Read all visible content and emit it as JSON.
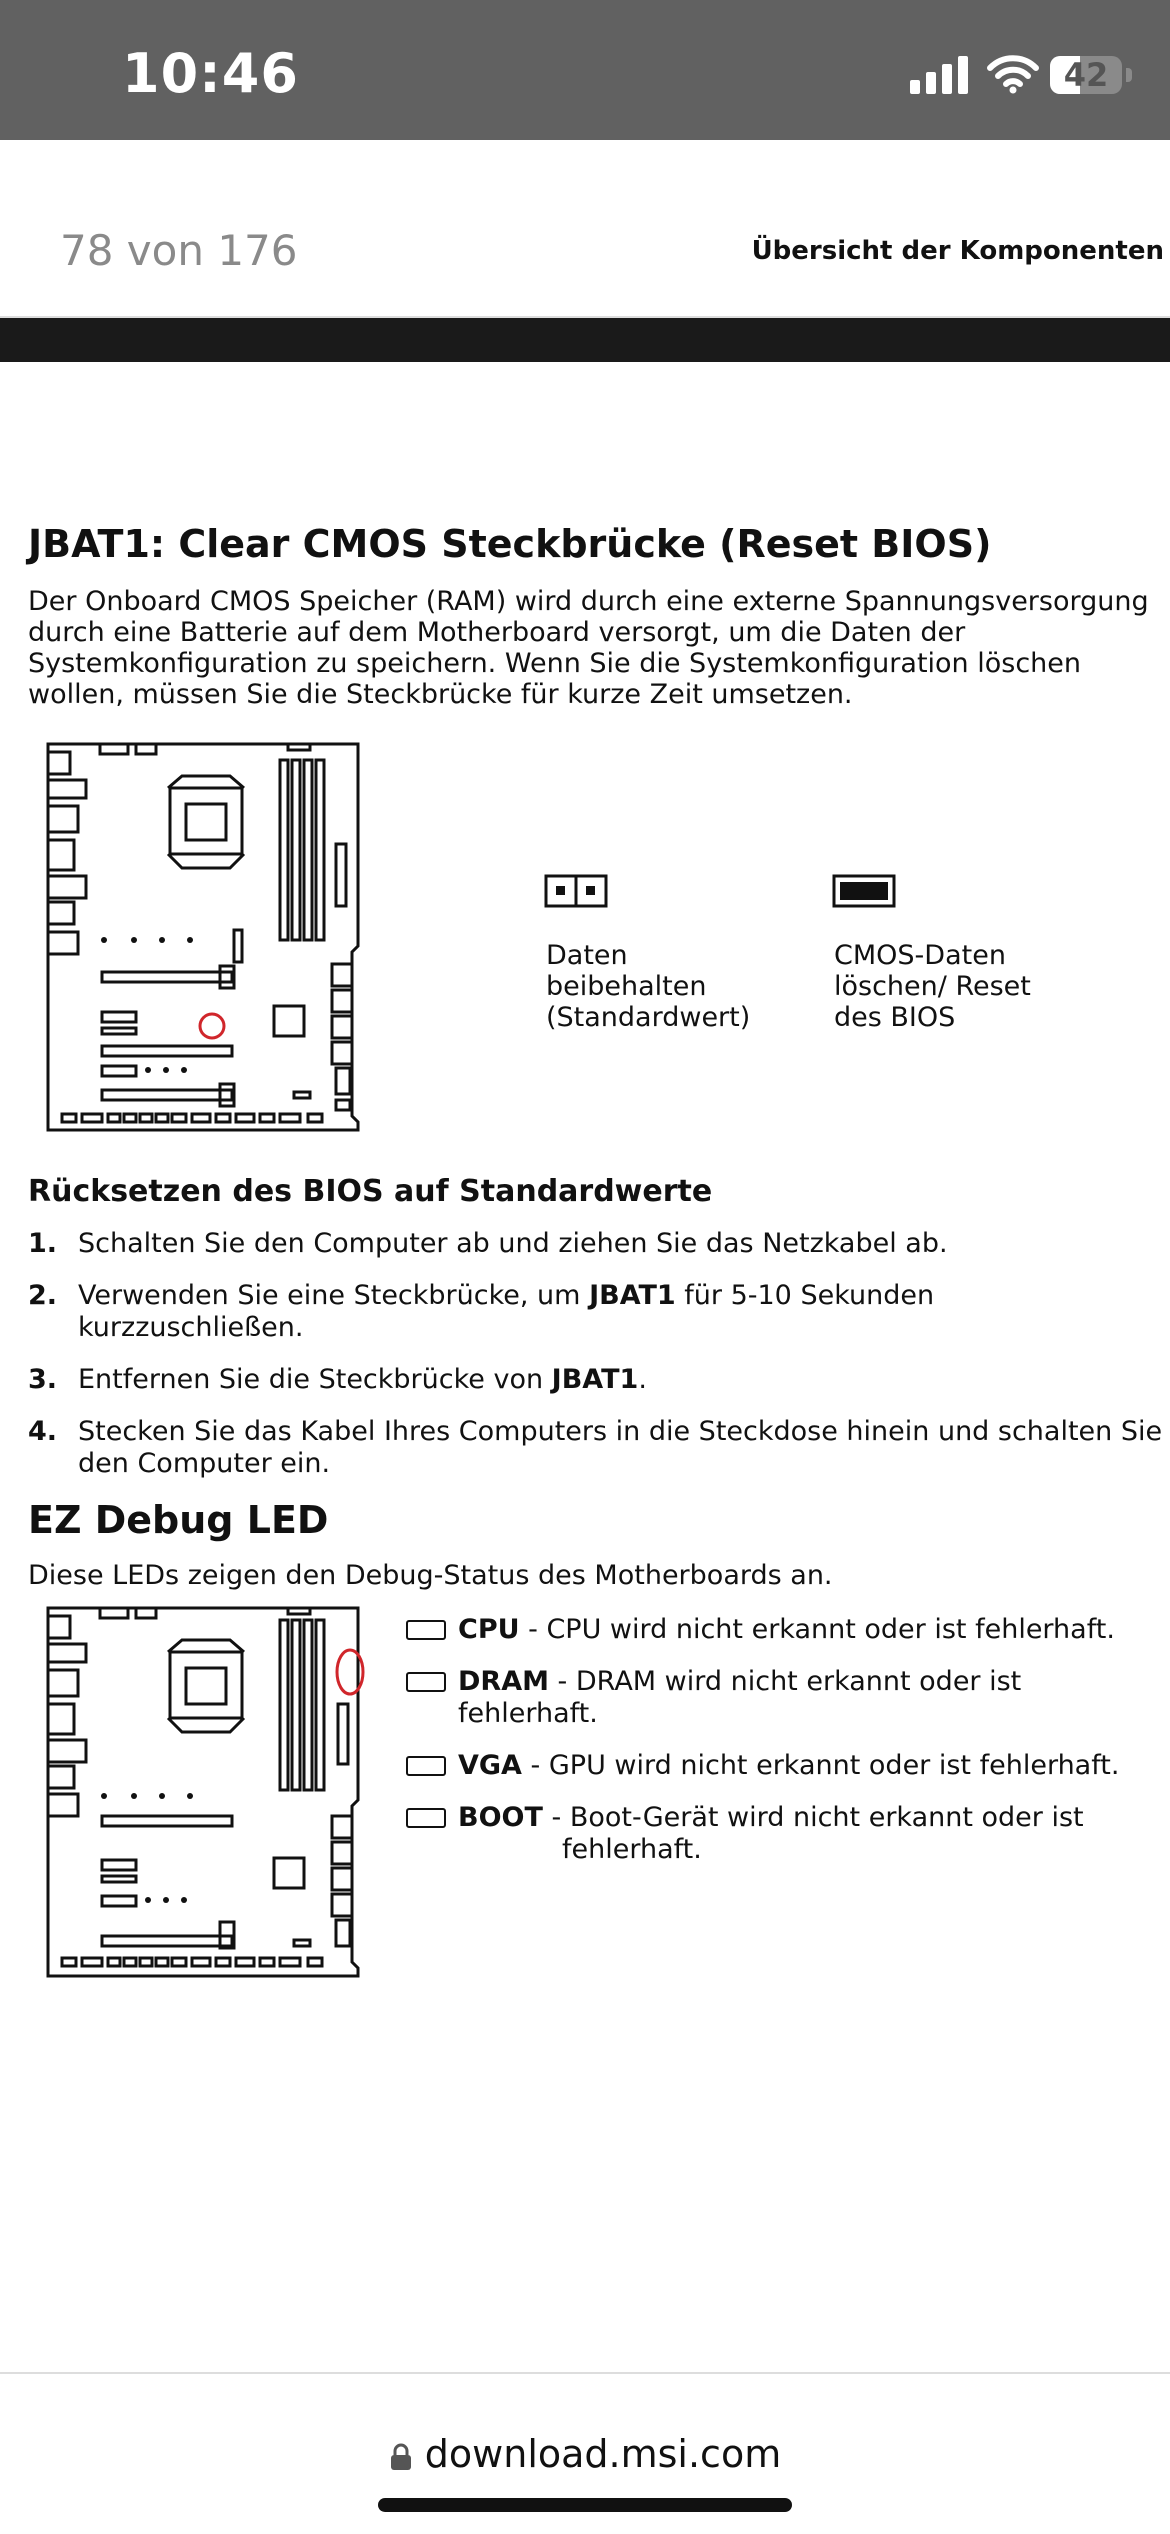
{
  "status_bar": {
    "time": "10:46",
    "battery_level": "42",
    "battery_fraction": 0.42
  },
  "pdf_header": {
    "page_counter": "78 von 176",
    "section_title": "Übersicht der Komponenten"
  },
  "jbat": {
    "heading": "JBAT1: Clear CMOS Steckbrücke (Reset BIOS)",
    "paragraph": "Der Onboard CMOS Speicher (RAM) wird durch eine externe Spannungsversorgung durch eine Batterie auf dem Motherboard versorgt, um die Daten der Systemkonfiguration zu speichern. Wenn Sie die Systemkonfiguration löschen wollen, müssen Sie die Steckbrücke für kurze Zeit umsetzen.",
    "keep_label_lines": [
      "Daten",
      "beibehalten",
      "(Standardwert)"
    ],
    "clear_label_lines": [
      "CMOS-Daten",
      "löschen/ Reset",
      "des BIOS"
    ]
  },
  "reset": {
    "heading": "Rücksetzen des BIOS auf Standardwerte",
    "steps": [
      {
        "num": "1.",
        "text_a": "Schalten Sie den Computer ab und ziehen Sie das Netzkabel ab.",
        "bold": "",
        "text_b": ""
      },
      {
        "num": "2.",
        "text_a": "Verwenden Sie eine Steckbrücke, um ",
        "bold": "JBAT1",
        "text_b": " für 5-10 Sekunden kurzzuschließen."
      },
      {
        "num": "3.",
        "text_a": "Entfernen Sie die Steckbrücke von ",
        "bold": "JBAT1",
        "text_b": "."
      },
      {
        "num": "4.",
        "text_a": "Stecken Sie das Kabel Ihres Computers in die Steckdose hinein und schalten Sie den Computer ein.",
        "bold": "",
        "text_b": ""
      }
    ]
  },
  "ezdebug": {
    "heading": "EZ Debug LED",
    "paragraph": "Diese LEDs zeigen den Debug-Status des Motherboards an.",
    "leds": [
      {
        "key": "CPU",
        "desc": " - CPU wird nicht erkannt oder ist fehlerhaft.",
        "cont": ""
      },
      {
        "key": "DRAM",
        "desc": " - DRAM wird nicht erkannt oder ist fehlerhaft.",
        "cont": ""
      },
      {
        "key": "VGA",
        "desc": " - GPU wird nicht erkannt oder ist fehlerhaft.",
        "cont": ""
      },
      {
        "key": "BOOT",
        "desc": " - Boot-Gerät wird nicht erkannt oder ist",
        "cont": "fehlerhaft."
      }
    ]
  },
  "browser": {
    "url": "download.msi.com"
  },
  "colors": {
    "status_bg": "#616161",
    "highlight_red": "#d0262b",
    "doc_bar": "#1a1a1a"
  }
}
